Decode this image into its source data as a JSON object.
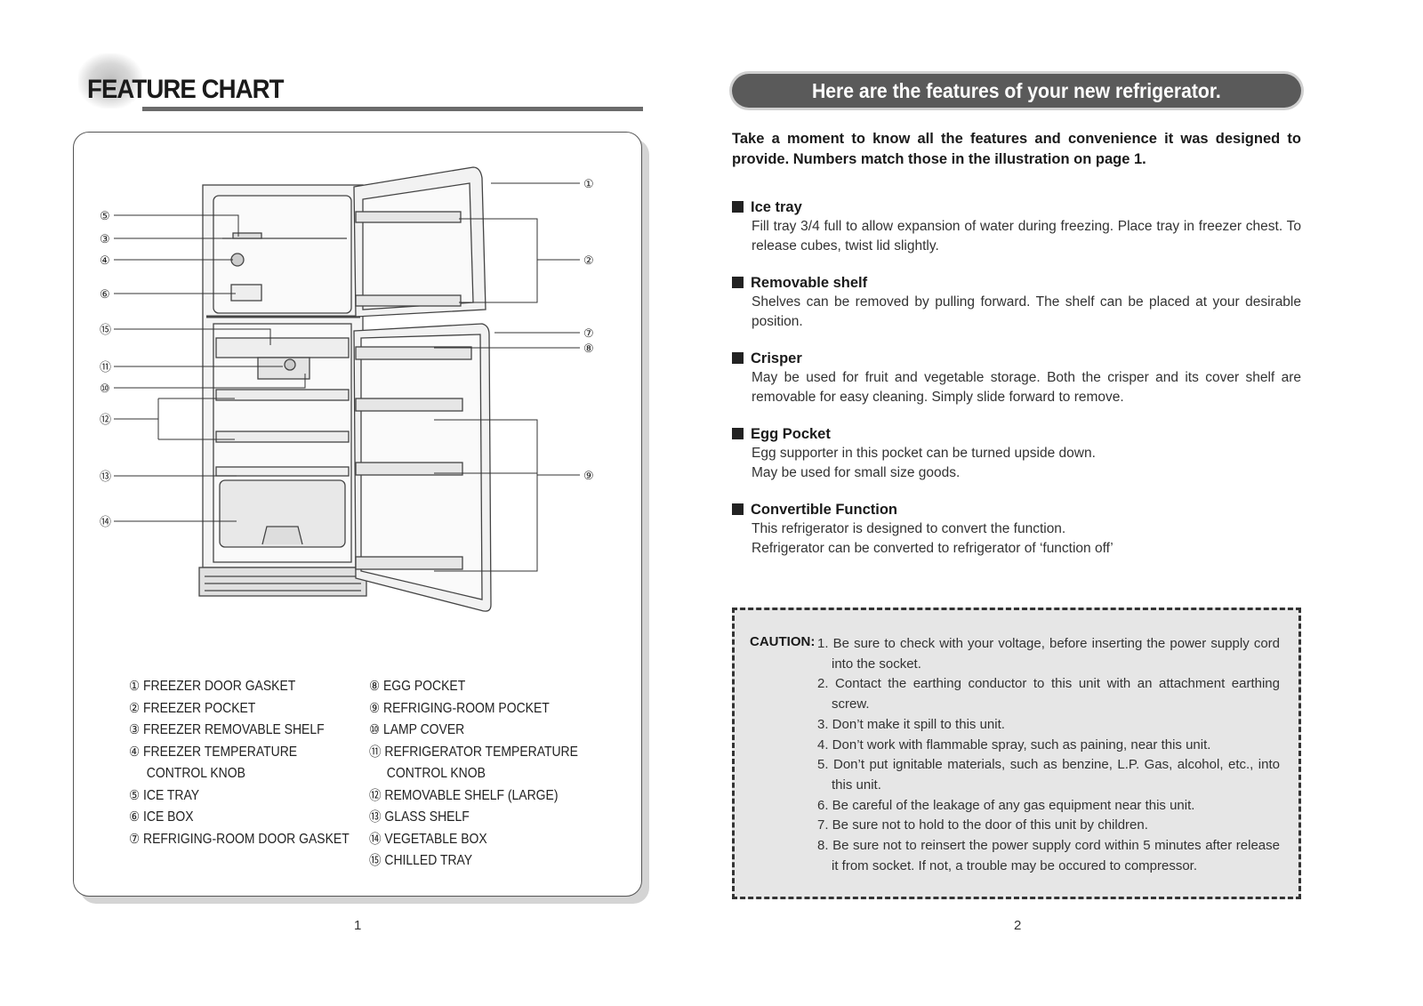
{
  "left_page": {
    "title": "FEATURE CHART",
    "callouts": [
      "①",
      "②",
      "③",
      "④",
      "⑤",
      "⑥",
      "⑦",
      "⑧",
      "⑨",
      "⑩",
      "⑪",
      "⑫",
      "⑬",
      "⑭",
      "⑮"
    ],
    "legend_left": [
      {
        "num": "①",
        "label": "FREEZER DOOR GASKET"
      },
      {
        "num": "②",
        "label": "FREEZER POCKET"
      },
      {
        "num": "③",
        "label": "FREEZER REMOVABLE SHELF"
      },
      {
        "num": "④",
        "label": "FREEZER TEMPERATURE",
        "cont": "CONTROL KNOB"
      },
      {
        "num": "⑤",
        "label": "ICE TRAY"
      },
      {
        "num": "⑥",
        "label": "ICE BOX"
      },
      {
        "num": "⑦",
        "label": "REFRIGING-ROOM DOOR GASKET"
      }
    ],
    "legend_right": [
      {
        "num": "⑧",
        "label": "EGG POCKET"
      },
      {
        "num": "⑨",
        "label": "REFRIGING-ROOM POCKET"
      },
      {
        "num": "⑩",
        "label": "LAMP COVER"
      },
      {
        "num": "⑪",
        "label": "REFRIGERATOR TEMPERATURE",
        "cont": "CONTROL KNOB"
      },
      {
        "num": "⑫",
        "label": "REMOVABLE SHELF (LARGE)"
      },
      {
        "num": "⑬",
        "label": "GLASS SHELF"
      },
      {
        "num": "⑭",
        "label": "VEGETABLE BOX"
      },
      {
        "num": "⑮",
        "label": "CHILLED TRAY"
      }
    ],
    "page_number": "1"
  },
  "right_page": {
    "banner": "Here are the features of your new refrigerator.",
    "intro": "Take a moment to know all the features and convenience it was designed to provide. Numbers match those in the illustration on page 1.",
    "features": [
      {
        "title": "Ice tray",
        "body": "Fill tray 3/4 full to allow expansion of water during freezing. Place tray in freezer chest. To release cubes, twist lid slightly."
      },
      {
        "title": "Removable shelf",
        "body": "Shelves can be removed by pulling forward. The shelf can be placed at your desirable position."
      },
      {
        "title": "Crisper",
        "body": "May be used for fruit and vegetable storage. Both the crisper and its cover shelf are removable for easy cleaning. Simply slide forward to remove."
      },
      {
        "title": "Egg Pocket",
        "body": "Egg supporter in this pocket can be turned upside down.",
        "body2": "May be used for small size goods."
      },
      {
        "title": "Convertible Function",
        "body": "This refrigerator is designed to convert the function.",
        "body2": "Refrigerator can be converted to refrigerator of ‘function off’"
      }
    ],
    "caution": {
      "label": "CAUTION:",
      "items": [
        "1. Be sure to check with your voltage, before inserting the power supply cord into the socket.",
        "2. Contact the earthing conductor to this unit with an attachment earthing screw.",
        "3. Don’t make it spill to this unit.",
        "4. Don’t work with flammable spray, such as paining, near this unit.",
        "5. Don’t put ignitable materials, such as benzine, L.P. Gas, alcohol, etc., into this unit.",
        "6. Be careful of the leakage of any gas equipment near this unit.",
        "7. Be sure not to hold to the door of this unit by children.",
        "8. Be sure not to reinsert the power supply cord within 5 minutes after release it from socket. If not, a trouble may be occured to compressor."
      ]
    },
    "page_number": "2"
  }
}
